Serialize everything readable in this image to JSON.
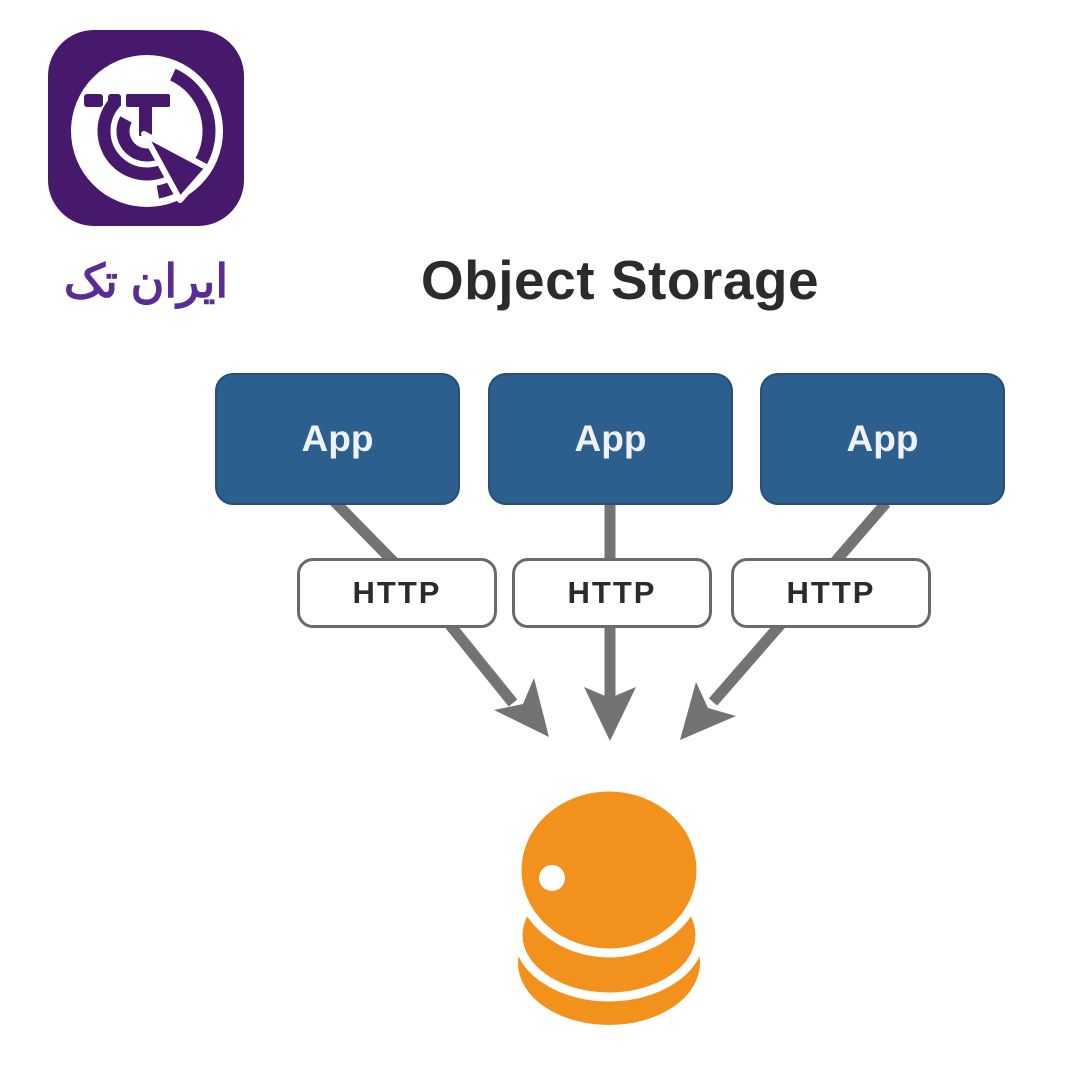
{
  "brand": {
    "name": "ایران تک",
    "logo_icon": "irantech-it-dial-icon"
  },
  "title": "Object Storage",
  "diagram": {
    "app_nodes": [
      {
        "label": "App"
      },
      {
        "label": "App"
      },
      {
        "label": "App"
      }
    ],
    "http_nodes": [
      {
        "label": "HTTP"
      },
      {
        "label": "HTTP"
      },
      {
        "label": "HTTP"
      }
    ],
    "storage_icon": "object-storage-database-icon",
    "arrow_count": 3
  },
  "colors": {
    "brand-purple": "#46196D",
    "brand-text-purple": "#5A2D96",
    "title-dark": "#2B2B2B",
    "app-blue": "#2D5F8E",
    "app-label": "#EDF2F8",
    "http-border": "#6A6A6A",
    "arrow-gray": "#737373",
    "storage-orange": "#F2921D"
  }
}
